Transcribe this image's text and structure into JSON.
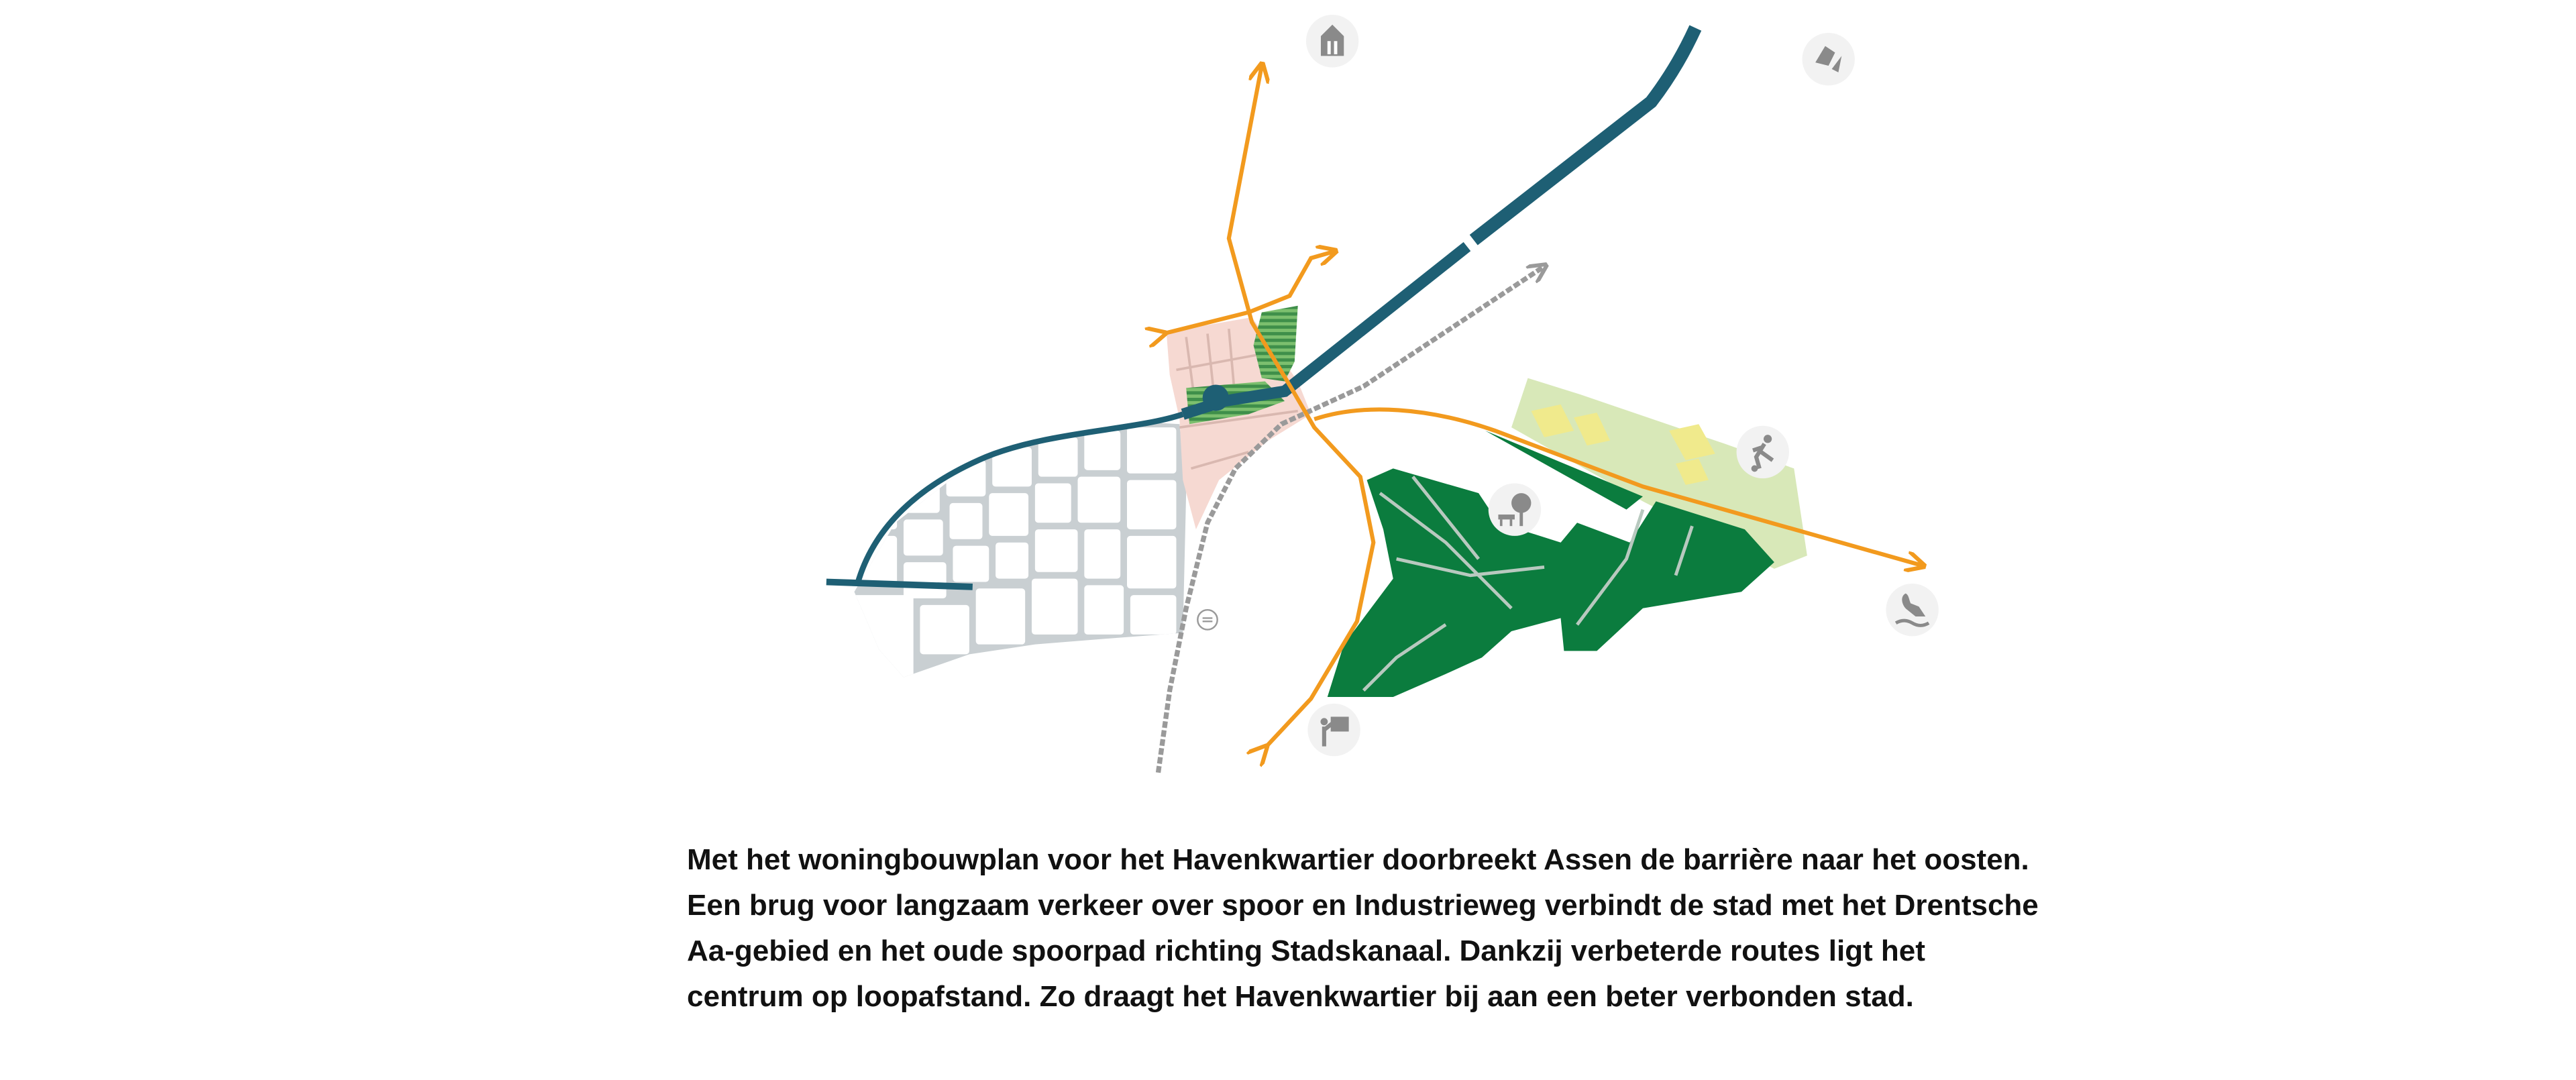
{
  "colors": {
    "canal": "#1e5f74",
    "route": "#f29a1e",
    "rail": "#9a9a9a",
    "new_district": "#f6d9d2",
    "green_hatch": "#5aa55a",
    "park": "#0b7c3e",
    "meadow": "#d8e8b8",
    "sports_fields": "#f0ea8c",
    "city_streets": "#c9cfd2",
    "icon_circle": "#f2f2f2",
    "icon_glyph": "#8a8a8a"
  },
  "icons": [
    {
      "name": "housing-icon"
    },
    {
      "name": "recycling-icon"
    },
    {
      "name": "football-player-icon"
    },
    {
      "name": "park-bench-tree-icon"
    },
    {
      "name": "heron-water-icon"
    },
    {
      "name": "teacher-board-icon"
    },
    {
      "name": "train-station-icon"
    }
  ],
  "caption": {
    "lines": [
      "Met het woningbouwplan voor het Havenkwartier doorbreekt Assen de barrière naar het oosten.",
      "Een brug voor langzaam verkeer over spoor en Industrieweg verbindt de stad met het Drentsche",
      "Aa-gebied en het oude spoorpad richting Stadskanaal. Dankzij verbeterde routes ligt het",
      "centrum op loopafstand. Zo draagt het Havenkwartier bij aan een beter verbonden stad."
    ]
  }
}
